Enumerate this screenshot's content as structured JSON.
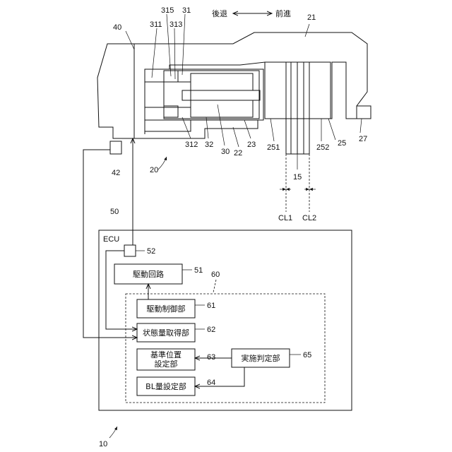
{
  "direction": {
    "back": "後退",
    "forward": "前進"
  },
  "refs": {
    "r315": "315",
    "r31": "31",
    "r21": "21",
    "r40": "40",
    "r311": "311",
    "r313": "313",
    "r312": "312",
    "r32": "32",
    "r30": "30",
    "r22": "22",
    "r23": "23",
    "r251": "251",
    "r252": "252",
    "r25": "25",
    "r27": "27",
    "r42": "42",
    "r20": "20",
    "r15": "15",
    "r50": "50",
    "r52": "52",
    "r51": "51",
    "r60": "60",
    "r61": "61",
    "r62": "62",
    "r63": "63",
    "r64": "64",
    "r65": "65",
    "r10": "10"
  },
  "clearances": {
    "cl1": "CL1",
    "cl2": "CL2"
  },
  "ecu": {
    "title": "ECU",
    "drive_circuit": "駆動回路",
    "drive_control": "駆動制御部",
    "state_acquire": "状態量取得部",
    "ref_position_1": "基準位置",
    "ref_position_2": "設定部",
    "bl_setting": "BL量設定部",
    "exec_judge": "実施判定部"
  }
}
